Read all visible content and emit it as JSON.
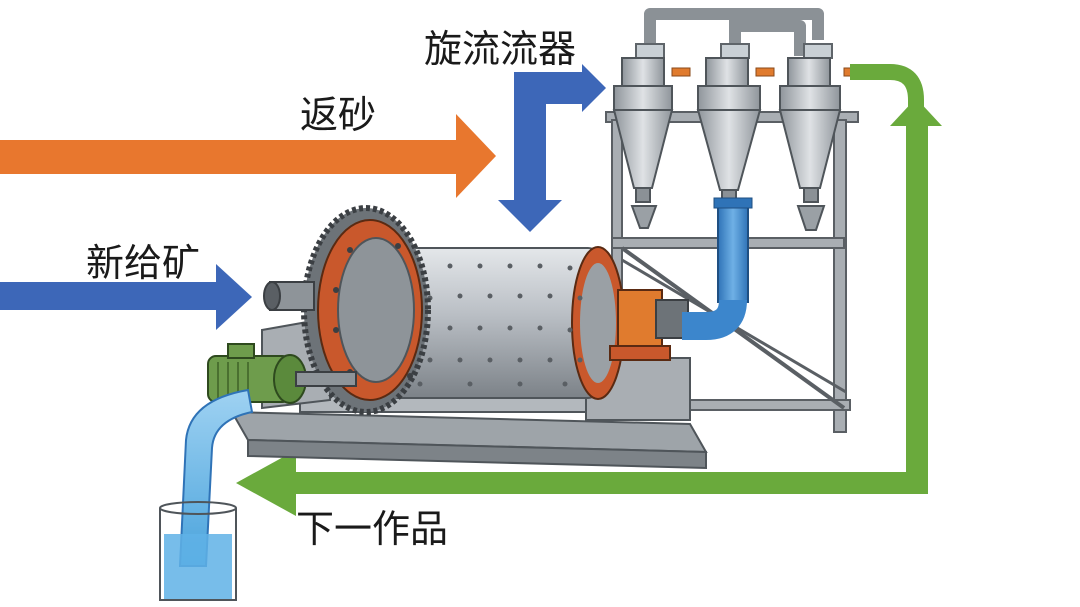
{
  "labels": {
    "cyclone": "旋流流器",
    "return_sand": "返砂",
    "new_feed": "新给矿",
    "next_product": "下一作品"
  },
  "colors": {
    "return_sand_arrow": "#E8772E",
    "feed_arrow": "#3D67B8",
    "product_arrow": "#6AAA3C",
    "water_pipe": "#3C86CC",
    "mill_body": "#B9BEC4",
    "gear_ring": "#C9582C",
    "motor": "#6E9C4C",
    "frame": "#A9AEB3"
  }
}
